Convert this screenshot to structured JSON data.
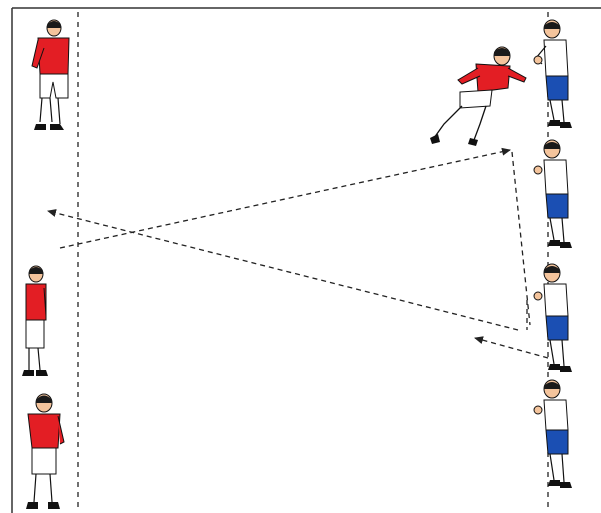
{
  "diagram": {
    "kind": "soccer-drill",
    "colors": {
      "attacker_shirt": "#e31e24",
      "attacker_shorts": "#ffffff",
      "defender_shirt": "#ffffff",
      "defender_shorts": "#1b4fb3",
      "skin": "#f4c49c",
      "hair": "#1a1a1a",
      "line": "#222222",
      "background": "#ffffff"
    },
    "players": [
      {
        "id": "red-left-1",
        "team": "red",
        "pose": "standing",
        "facing": "right"
      },
      {
        "id": "red-left-2",
        "team": "red",
        "pose": "standing",
        "facing": "right"
      },
      {
        "id": "red-left-3",
        "team": "red",
        "pose": "standing",
        "facing": "right"
      },
      {
        "id": "red-runner",
        "team": "red",
        "pose": "sprinting",
        "facing": "right"
      },
      {
        "id": "blue-defender-1",
        "team": "white-blue",
        "pose": "guard",
        "facing": "left"
      },
      {
        "id": "blue-defender-2",
        "team": "white-blue",
        "pose": "guard",
        "facing": "left"
      },
      {
        "id": "blue-defender-3",
        "team": "white-blue",
        "pose": "guard",
        "facing": "left"
      },
      {
        "id": "blue-defender-4",
        "team": "white-blue",
        "pose": "guard",
        "facing": "left"
      }
    ],
    "paths": [
      {
        "id": "path-upper-pass",
        "style": "dashed",
        "arrow": true
      },
      {
        "id": "path-lower-pass",
        "style": "dashed",
        "arrow": true
      },
      {
        "id": "path-return-run",
        "style": "dashed",
        "arrow": true
      },
      {
        "id": "path-diagonal-run",
        "style": "dashed",
        "arrow": true
      },
      {
        "id": "path-right-vertical",
        "style": "dashed",
        "arrow": true
      }
    ],
    "boundary_lines": 2
  }
}
